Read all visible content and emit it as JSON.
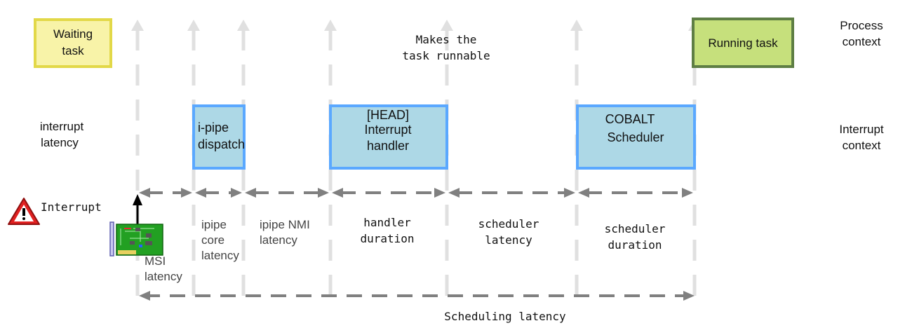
{
  "process_context": {
    "line1": "Process",
    "line2": "context"
  },
  "interrupt_context": {
    "line1": "Interrupt",
    "line2": "context"
  },
  "interrupt_latency": {
    "line1": "interrupt",
    "line2": "latency"
  },
  "waiting_task": {
    "line1": "Waiting",
    "line2": "task"
  },
  "running_task": "Running task",
  "makes_runnable": {
    "line1": "Makes the",
    "line2": "task runnable"
  },
  "ipipe_dispatch": {
    "line1": "i-pipe",
    "line2": "dispatch"
  },
  "interrupt_handler": {
    "line1": "[HEAD]",
    "line2": "Interrupt",
    "line3": "handler"
  },
  "cobalt_scheduler": {
    "line1": "COBALT",
    "line2": "Scheduler"
  },
  "interrupt_label": "Interrupt",
  "segments": {
    "msi": {
      "line1": "MSI",
      "line2": "latency"
    },
    "ipipe_core": {
      "line1": "ipipe",
      "line2": "core",
      "line3": "latency"
    },
    "ipipe_nmi": {
      "line1": "ipipe NMI",
      "line2": "latency"
    },
    "handler_duration": {
      "line1": "handler",
      "line2": "duration"
    },
    "scheduler_latency": {
      "line1": "scheduler",
      "line2": "latency"
    },
    "scheduler_duration": {
      "line1": "scheduler",
      "line2": "duration"
    }
  },
  "scheduling_latency": "Scheduling latency",
  "colors": {
    "guide": "#e0e0e0",
    "arrow": "#808080",
    "box_fill": "#add8e6",
    "box_border": "#5aa8ff",
    "waiting_fill": "#f8f3a8",
    "waiting_border": "#e2d848",
    "running_fill": "#c6e07c",
    "running_border": "#5e7e44"
  }
}
